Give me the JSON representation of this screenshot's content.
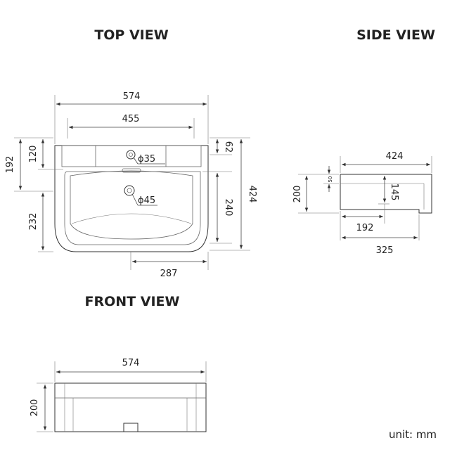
{
  "views": {
    "top_title": "TOP VIEW",
    "side_title": "SIDE VIEW",
    "front_title": "FRONT VIEW"
  },
  "top": {
    "width": "574",
    "inner_width": "455",
    "hole_tap": "ϕ35",
    "hole_waste": "ϕ45",
    "left_192": "192",
    "left_120": "120",
    "left_232": "232",
    "right_62": "62",
    "right_240": "240",
    "right_424": "424",
    "bottom_287": "287"
  },
  "side": {
    "depth": "424",
    "height": "200",
    "step": "50",
    "bowl": "145",
    "back": "192",
    "overall": "325"
  },
  "front": {
    "width": "574",
    "height": "200"
  },
  "unit": "unit: mm"
}
